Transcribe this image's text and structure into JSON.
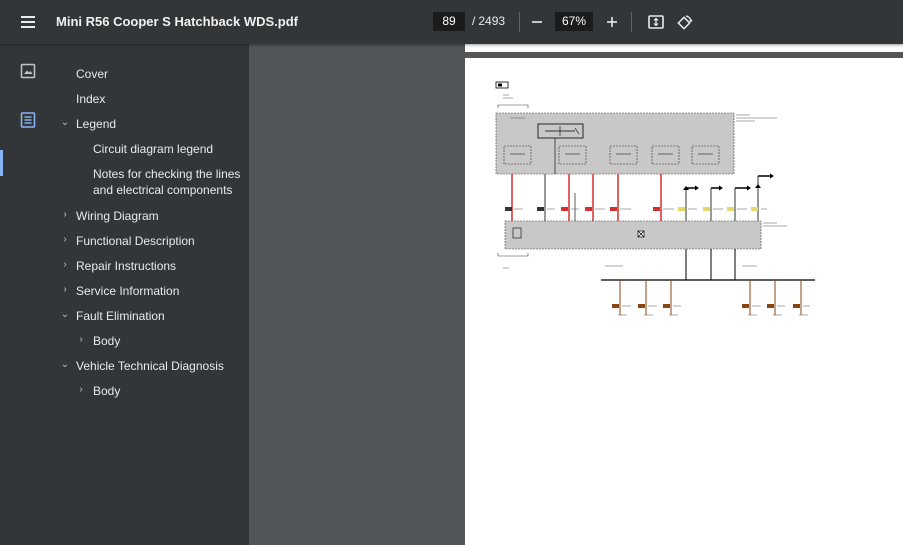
{
  "toolbar": {
    "title": "Mini R56 Cooper S Hatchback WDS.pdf",
    "current_page": "89",
    "page_separator": "/",
    "total_pages": "2493",
    "zoom": "67%",
    "icons": [
      "menu-icon",
      "zoom-out-icon",
      "zoom-in-icon",
      "fit-page-icon",
      "rotate-icon"
    ]
  },
  "rail": {
    "icons": [
      "thumbnails-icon",
      "document-outline-icon"
    ],
    "active": "document-outline-icon"
  },
  "outline": {
    "items": [
      {
        "label": "Cover",
        "state": "none",
        "level": 0
      },
      {
        "label": "Index",
        "state": "none",
        "level": 0
      },
      {
        "label": "Legend",
        "state": "expanded",
        "level": 0
      },
      {
        "label": "Circuit diagram legend",
        "state": "none",
        "level": 1
      },
      {
        "label": "Notes for checking the lines",
        "label2": "and electrical components",
        "state": "none",
        "level": 1
      },
      {
        "label": "Wiring Diagram",
        "state": "collapsed",
        "level": 0
      },
      {
        "label": "Functional Description",
        "state": "collapsed",
        "level": 0
      },
      {
        "label": "Repair Instructions",
        "state": "collapsed",
        "level": 0
      },
      {
        "label": "Service Information",
        "state": "collapsed",
        "level": 0
      },
      {
        "label": "Fault Elimination",
        "state": "expanded",
        "level": 0
      },
      {
        "label": "Body",
        "state": "collapsed",
        "level": 1
      },
      {
        "label": "Vehicle Technical Diagnosis",
        "state": "expanded",
        "level": 0
      },
      {
        "label": "Body",
        "state": "collapsed",
        "level": 1
      }
    ]
  },
  "colors": {
    "toolbar_bg": "#323639",
    "viewer_bg": "#525659",
    "accent": "#8ab4f8",
    "wire_red": "#d32f2f",
    "wire_brown": "#8b4513"
  }
}
